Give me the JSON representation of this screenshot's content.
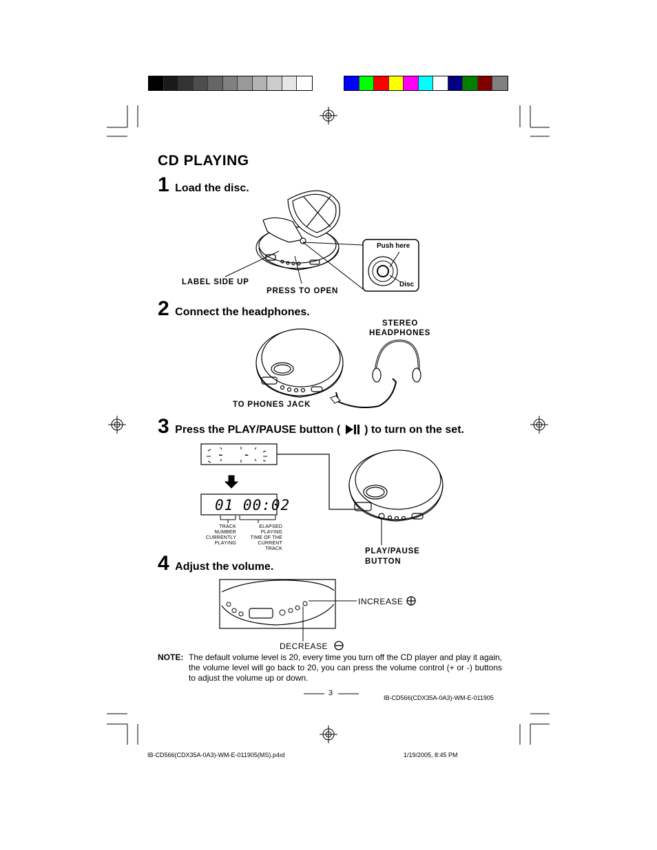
{
  "colors": {
    "gray_swatches": [
      "#000000",
      "#1a1a1a",
      "#333333",
      "#4d4d4d",
      "#666666",
      "#808080",
      "#999999",
      "#b3b3b3",
      "#cccccc",
      "#e6e6e6",
      "#ffffff"
    ],
    "color_swatches": [
      "#0000ff",
      "#00ff00",
      "#ff0000",
      "#ffff00",
      "#ff00ff",
      "#00ffff",
      "#ffffff",
      "#000080",
      "#008000",
      "#800000",
      "#808080"
    ]
  },
  "title": "CD PLAYING",
  "steps": [
    {
      "num": "1",
      "text": "Load the disc."
    },
    {
      "num": "2",
      "text": "Connect the headphones."
    },
    {
      "num": "3",
      "text_before": "Press the PLAY/PAUSE button (",
      "text_after": ") to turn on the set."
    },
    {
      "num": "4",
      "text": "Adjust the volume."
    }
  ],
  "labels": {
    "label_side_up": "LABEL SIDE UP",
    "press_to_open": "PRESS TO OPEN",
    "push_here": "Push here",
    "disc": "Disc",
    "stereo": "STEREO",
    "headphones": "HEADPHONES",
    "to_phones_jack": "TO PHONES JACK",
    "play_pause": "PLAY/PAUSE",
    "button": "BUTTON",
    "increase": "INCREASE",
    "decrease": "DECREASE"
  },
  "display": {
    "initial": "- -",
    "digits": "01 00:02",
    "track_number": [
      "TRACK NUMBER",
      "CURRENTLY",
      "PLAYING"
    ],
    "elapsed": [
      "ELAPSED PLAYING",
      "TIME OF THE",
      "CURRENT TRACK"
    ]
  },
  "note": {
    "head": "NOTE:",
    "body": "The default volume level is 20, every time you turn off the CD player and play it again, the volume level will go back to 20, you can press the volume control (+ or -) buttons to adjust the volume up or down."
  },
  "page_number": "3",
  "doc_code": "IB-CD566(CDX35A-0A3)-WM-E-011905",
  "footer_file": "IB-CD566(CDX35A-0A3)-WM-E-011905(MS).p4ıd",
  "footer_date": "1/19/2005, 8:45 PM"
}
